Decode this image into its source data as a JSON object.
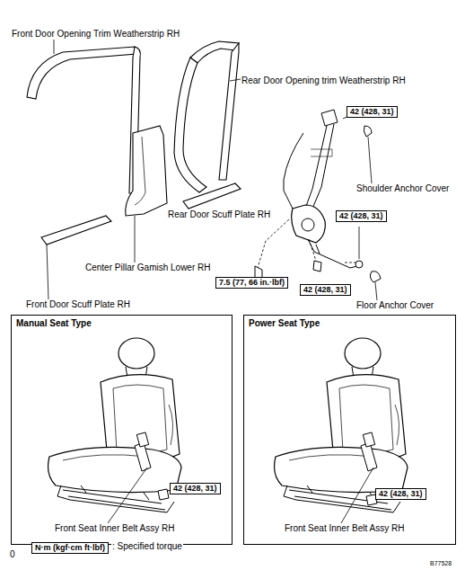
{
  "diagram": {
    "nodes": [
      {
        "text": [
          "42 (428, 31)"
        ]
      },
      {
        "text": [
          "42 (428, 31)"
        ]
      },
      {
        "text": [
          "7.5 (77, 66 in.·lbf)"
        ]
      },
      {
        "text": [
          "42 (428, 31)"
        ]
      },
      {
        "text": [
          "Manual Seat Type"
        ]
      },
      {
        "text": [
          "42 (428, 31)"
        ],
        "in": 4
      },
      {
        "text": [
          "Power Seat Type"
        ]
      },
      {
        "text": [
          "42 (428, 31)"
        ],
        "in": 6
      },
      {
        "text": [
          "N·m (kgf·cm ft·lbf)"
        ]
      }
    ],
    "labels": [
      "Front Door Opening Trim Weatherstrip RH",
      "Rear Door Opening trim Weatherstrip RH",
      "Shoulder Anchor Cover",
      "Rear Door Scuff Plate RH",
      "Center Pillar Gamish Lower RH",
      "Front Door Scuff Plate RH",
      "Floor Anchor Cover",
      "Front Seat Inner Belt Assy RH",
      "Front Seat Inner Belt Assy RH",
      "0",
      ": Specified torque",
      "B77528"
    ]
  }
}
